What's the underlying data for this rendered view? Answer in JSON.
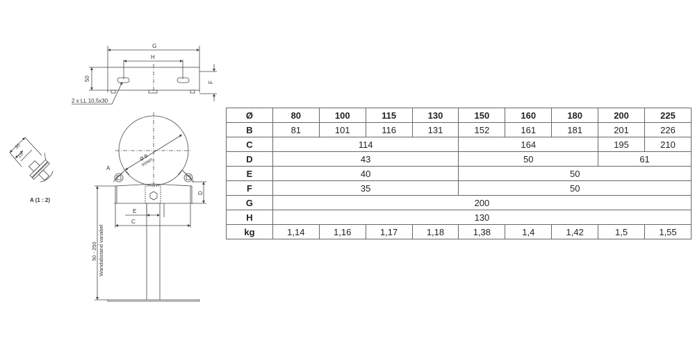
{
  "drawing": {
    "top_view": {
      "dim_g": "G",
      "dim_h": "H",
      "dim_50": "50",
      "dim_f": "F",
      "hole_note": "2 x LL 10,5x30"
    },
    "front_view": {
      "diameter": "Ø B",
      "diameter_note": "innen",
      "detail_marker": "A",
      "dim_d": "D",
      "dim_e": "E",
      "dim_c": "C",
      "range": "50 - 250",
      "range_note": "Wandabstand variabel"
    },
    "detail": {
      "dim_30": "30",
      "dim_15": "15",
      "caption": "A (1 : 2)"
    }
  },
  "table": {
    "header": {
      "label": "Ø",
      "values": [
        "80",
        "100",
        "115",
        "130",
        "150",
        "160",
        "180",
        "200",
        "225"
      ]
    },
    "rows": {
      "B": {
        "label": "B",
        "values": [
          "81",
          "101",
          "116",
          "131",
          "152",
          "161",
          "181",
          "201",
          "226"
        ]
      },
      "C": {
        "label": "C",
        "values": [
          "114",
          "164",
          "195",
          "210"
        ]
      },
      "D": {
        "label": "D",
        "values": [
          "43",
          "50",
          "61"
        ]
      },
      "E": {
        "label": "E",
        "values": [
          "40",
          "50"
        ]
      },
      "F": {
        "label": "F",
        "values": [
          "35",
          "50"
        ]
      },
      "G": {
        "label": "G",
        "values": [
          "200"
        ]
      },
      "H": {
        "label": "H",
        "values": [
          "130"
        ]
      },
      "kg": {
        "label": "kg",
        "values": [
          "1,14",
          "1,16",
          "1,17",
          "1,18",
          "1,38",
          "1,4",
          "1,42",
          "1,5",
          "1,55"
        ]
      }
    }
  }
}
